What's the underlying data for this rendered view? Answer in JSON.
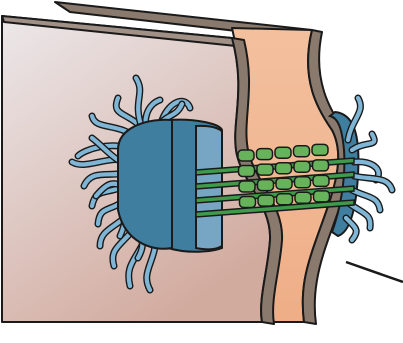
{
  "diagram": {
    "subject": "cell-junction-illustration",
    "colors": {
      "outline": "#1a1a1a",
      "membrane_brown": "#8a7a6e",
      "cytoplasm_peach": "#f2b993",
      "left_cell_top": "#e9e4e6",
      "left_cell_bottom": "#d3b1a5",
      "plaque_blue": "#3f7e9f",
      "plaque_light": "#76a6c4",
      "filament_outer": "#2a5d78",
      "filament_inner": "#7fb6d6",
      "cadherin_green": "#3f9a4a",
      "cadherin_light": "#66b35c",
      "background": "#ffffff"
    },
    "cadherin_grid": {
      "rows": 4,
      "columns": 5
    }
  }
}
